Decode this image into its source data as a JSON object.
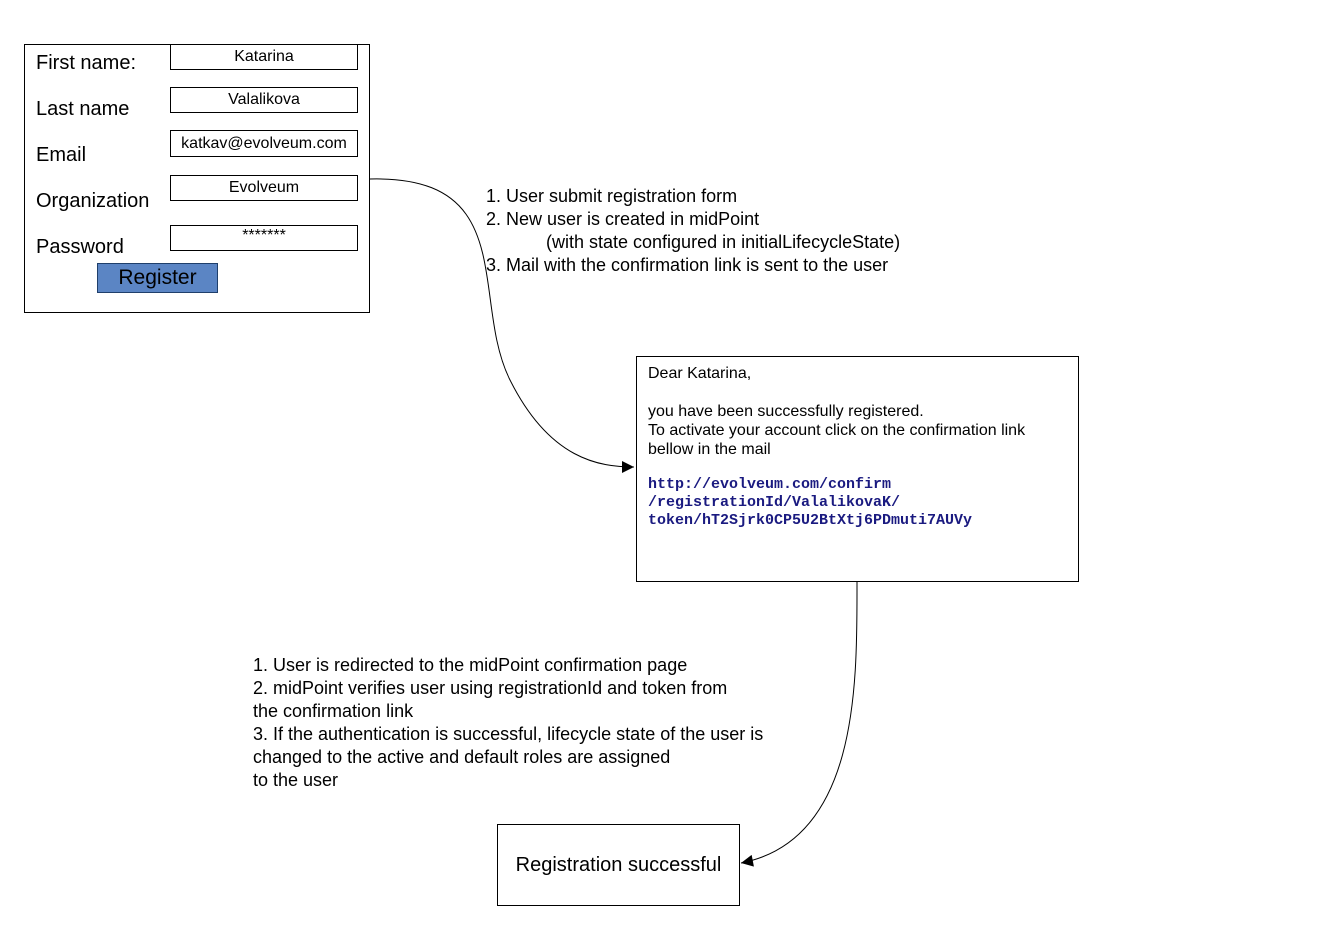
{
  "form": {
    "first_name_label": "First name:",
    "first_name_value": "Katarina",
    "last_name_label": "Last name",
    "last_name_value": "Valalikova",
    "email_label": "Email",
    "email_value": "katkav@evolveum.com",
    "organization_label": "Organization",
    "organization_value": "Evolveum",
    "password_label": "Password",
    "password_value": "*******",
    "register_label": "Register",
    "register_color": "#5b85c4"
  },
  "steps_registration": {
    "line1": "1. User submit registration form",
    "line2": "2. New user is created in midPoint",
    "line3": "(with state configured in initialLifecycleState)",
    "line4": "3. Mail with the confirmation link is sent to the user"
  },
  "mail": {
    "greeting": "Dear Katarina,",
    "line1": "you have been successfully registered.",
    "line2": "To activate your account click on the confirmation link",
    "line3": "bellow in the mail",
    "link1": "http://evolveum.com/confirm",
    "link2": "/registrationId/ValalikovaK/",
    "link3": "token/hT2Sjrk0CP5U2BtXtj6PDmuti7AUVy",
    "link_color": "#1a1a80"
  },
  "steps_confirmation": {
    "line1": "1. User is redirected to the midPoint confirmation page",
    "line2": "2. midPoint verifies user using registrationId and token from",
    "line3": "the confirmation link",
    "line4": "3. If the authentication is successful, lifecycle state of the user is",
    "line5": "changed to the active and default roles are assigned",
    "line6": "to the user"
  },
  "result": {
    "label": "Registration successful"
  }
}
